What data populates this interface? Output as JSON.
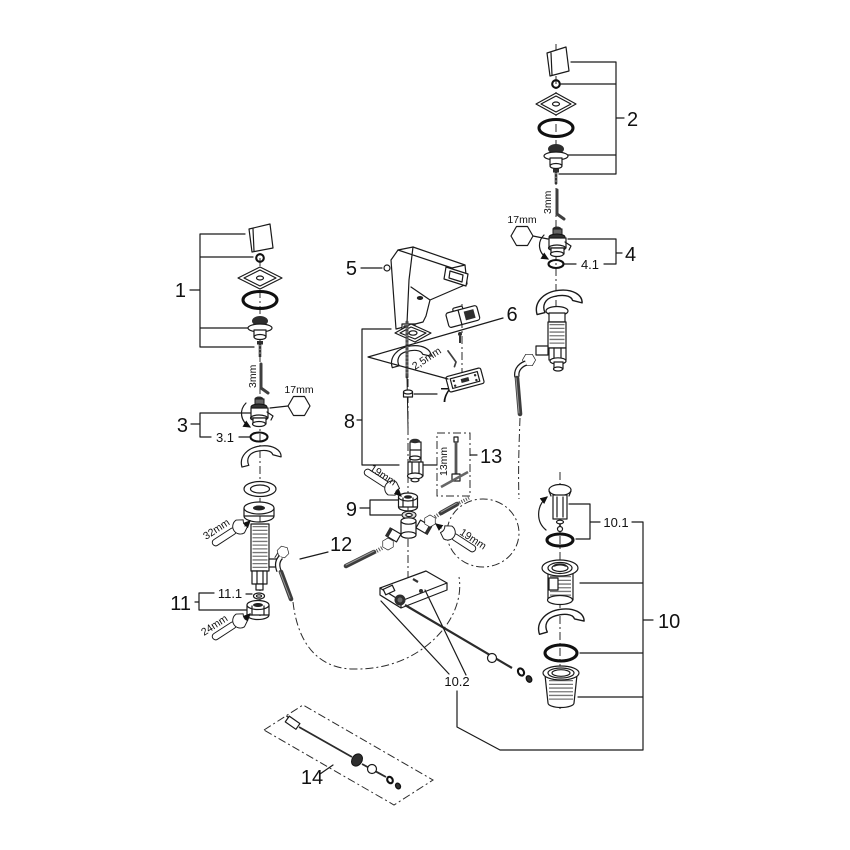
{
  "diagram": {
    "kind": "faucet-exploded-parts-diagram",
    "background": "#ffffff"
  },
  "labels": {
    "p1": "1",
    "p2": "2",
    "p3": "3",
    "p3_1": "3.1",
    "p4": "4",
    "p4_1": "4.1",
    "p5": "5",
    "p6": "6",
    "p7": "7",
    "p8": "8",
    "p9": "9",
    "p10": "10",
    "p10_1": "10.1",
    "p10_2": "10.2",
    "p11": "11",
    "p11_1": "11.1",
    "p12": "12",
    "p13": "13",
    "p14": "14"
  },
  "tools": {
    "allen3_left": "3mm",
    "allen3_right": "3mm",
    "hex17_left": "17mm",
    "hex17_right": "17mm",
    "allen25": "2,5mm",
    "socket13": "13mm",
    "wrench19_left": "19mm",
    "wrench19_right": "19mm",
    "wrench32": "32mm",
    "wrench24": "24mm"
  },
  "colors": {
    "line": "#1a1a1a",
    "accent_dark": "#2e2e2e",
    "background": "#ffffff"
  }
}
